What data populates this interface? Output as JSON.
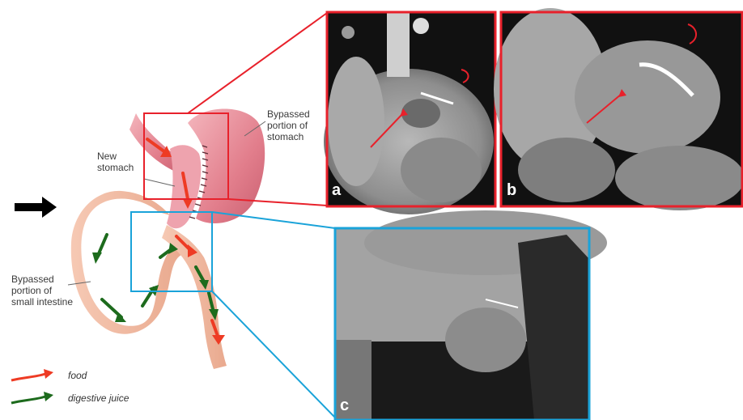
{
  "diagram": {
    "labels": {
      "bypassed_stomach": "Bypassed\nportion of\nstomach",
      "new_stomach": "New\nstomach",
      "bypassed_intestine": "Bypassed\nportion of\nsmall intestine"
    },
    "legend": [
      {
        "text": "food",
        "color": "#ee3b24"
      },
      {
        "text": "digestive juice",
        "color": "#1d6b1d"
      }
    ],
    "panels": [
      {
        "letter": "a",
        "frame_color": "#e8212b"
      },
      {
        "letter": "b",
        "frame_color": "#e8212b"
      },
      {
        "letter": "c",
        "frame_color": "#1aa3d9"
      }
    ]
  }
}
